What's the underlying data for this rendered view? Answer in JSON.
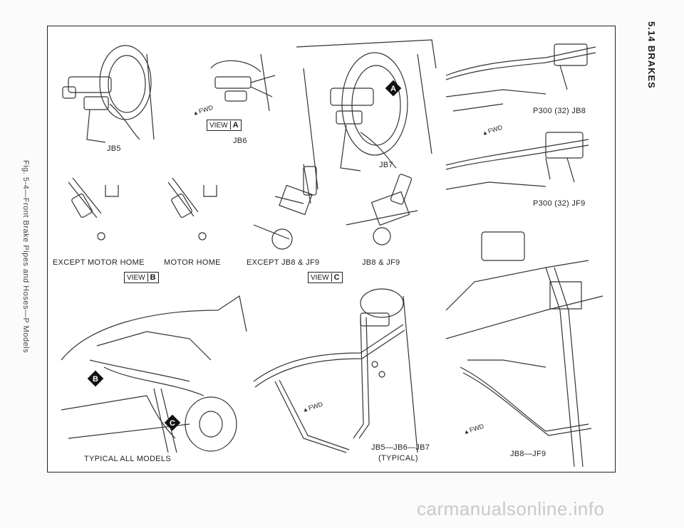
{
  "header": {
    "section": "5.14 BRAKES"
  },
  "caption": "Fig. 5-4—Front Brake Pipes and Hoses—P Models",
  "labels": {
    "jb5": "JB5",
    "jb6": "JB6",
    "jb7": "JB7",
    "p300_jb8": "P300 (32)  JB8",
    "p300_jf9": "P300 (32)  JF9",
    "except_motor_home": "EXCEPT MOTOR HOME",
    "motor_home": "MOTOR HOME",
    "except_jb8_jf9": "EXCEPT JB8 & JF9",
    "jb8_jf9": "JB8 & JF9",
    "typical_all_models": "TYPICAL ALL MODELS",
    "jb5_jb6_jb7": "JB5—JB6—JB7",
    "typical": "(TYPICAL)",
    "jb8_jf9_bottom": "JB8—JF9"
  },
  "views": {
    "view_word": "VIEW",
    "a": "A",
    "b": "B",
    "c": "C"
  },
  "callouts": {
    "a": "A",
    "b": "B",
    "c": "C"
  },
  "fwd": "FWD",
  "watermark": "carmanualsonline.info",
  "icons": [
    "fwd-arrow-icon",
    "view-callout-a-icon",
    "view-callout-b-icon",
    "view-callout-c-icon"
  ]
}
